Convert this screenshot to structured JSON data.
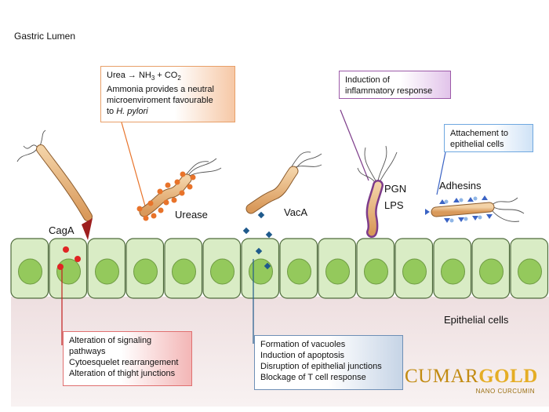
{
  "title": "Gastric Lumen",
  "labels": {
    "cag_a": "CagA",
    "urease": "Urease",
    "vac_a": "VacA",
    "pgn": "PGN",
    "lps": "LPS",
    "adhesins": "Adhesins",
    "epithelial_cells": "Epithelial cells"
  },
  "boxes": {
    "urease": {
      "line1_prefix": "Urea ",
      "arrow": "→",
      "line1_nh": " NH",
      "nh_sub": "3",
      "line1_co": " + CO",
      "co_sub": "2",
      "line2": "Ammonia provides a neutral",
      "line3": "microenviroment favourable",
      "line4_prefix": "to ",
      "line4_italic": "H. pylori"
    },
    "inflammation": {
      "lines": [
        "Induction of",
        "inflammatory response"
      ]
    },
    "adhesion": {
      "lines": [
        "Attachement to",
        "epithelial cells"
      ]
    },
    "cag_a": {
      "lines": [
        "Alteration of signaling",
        "pathways",
        "Cytoesquelet rearrangement",
        "Alteration of thight junctions"
      ]
    },
    "vac_a": {
      "lines": [
        "Formation of vacuoles",
        "Induction of apoptosis",
        "Disruption of epithelial junctions",
        "Blockage of T cell response"
      ]
    }
  },
  "logo": {
    "cumar": "CUMAR",
    "gold": "GOLD",
    "tagline": "NANO CURCUMIN"
  },
  "colors": {
    "cell_fill": "#d9ecc5",
    "cell_stroke": "#4f6b3c",
    "nucleus": "#94c95c",
    "tissue": "#f3e6e6",
    "bacterium": "#e9b47d",
    "urease_accent": "#e8732a",
    "cag_accent": "#c21d1d",
    "vac_accent": "#1f5a8c",
    "pgn_accent": "#7d3c8a",
    "adhesin_accent": "#3a63c4"
  }
}
